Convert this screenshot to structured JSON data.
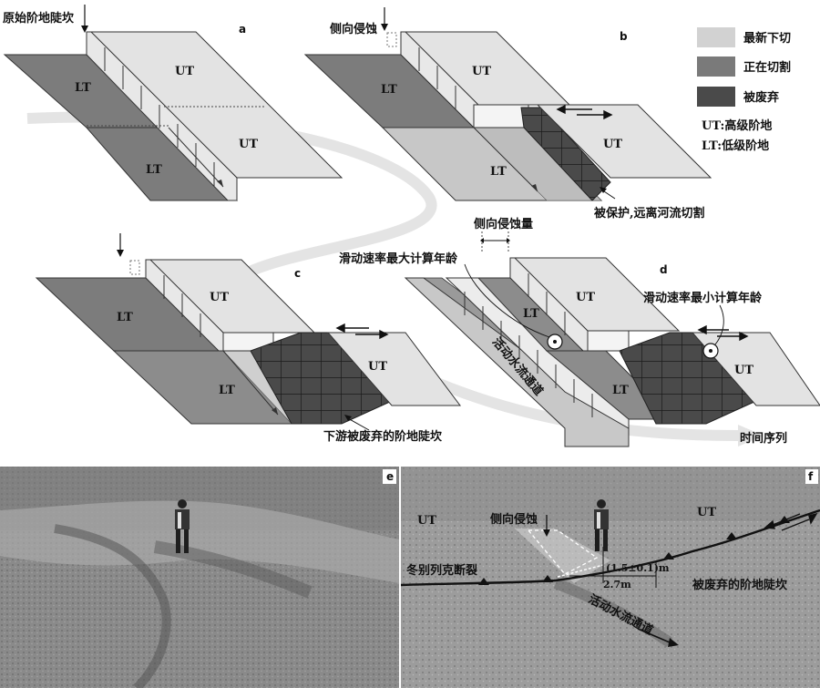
{
  "labels": {
    "original_riser": "原始阶地陡坎",
    "lateral_erosion": "侧向侵蚀",
    "lateral_erosion_amount": "侧向侵蚀量",
    "protected": "被保护,远离河流切割",
    "max_rate_age": "滑动速率最大计算年龄",
    "min_rate_age": "滑动速率最小计算年龄",
    "active_channel": "活动水流通道",
    "downstream_abandoned": "下游被废弃的阶地陡坎",
    "time_series": "时间序列",
    "ut": "UT",
    "lt": "LT"
  },
  "panels": {
    "a": "a",
    "b": "b",
    "c": "c",
    "d": "d",
    "e": "e",
    "f": "f"
  },
  "legend": {
    "items": [
      {
        "label": "最新下切",
        "color": "#d2d2d2"
      },
      {
        "label": "正在切割",
        "color": "#7a7a7a"
      },
      {
        "label": "被废弃",
        "color": "#4a4a4a"
      }
    ],
    "ut_def": "UT:高级阶地",
    "lt_def": "LT:低级阶地"
  },
  "photo_f": {
    "fault": "冬别列克断裂",
    "lateral_erosion": "侧向侵蚀",
    "offset1": "(1.5±0.1)m",
    "offset2": "2.7m",
    "abandoned_riser": "被废弃的阶地陡坎",
    "active_channel": "活动水流通道",
    "ut": "UT"
  }
}
